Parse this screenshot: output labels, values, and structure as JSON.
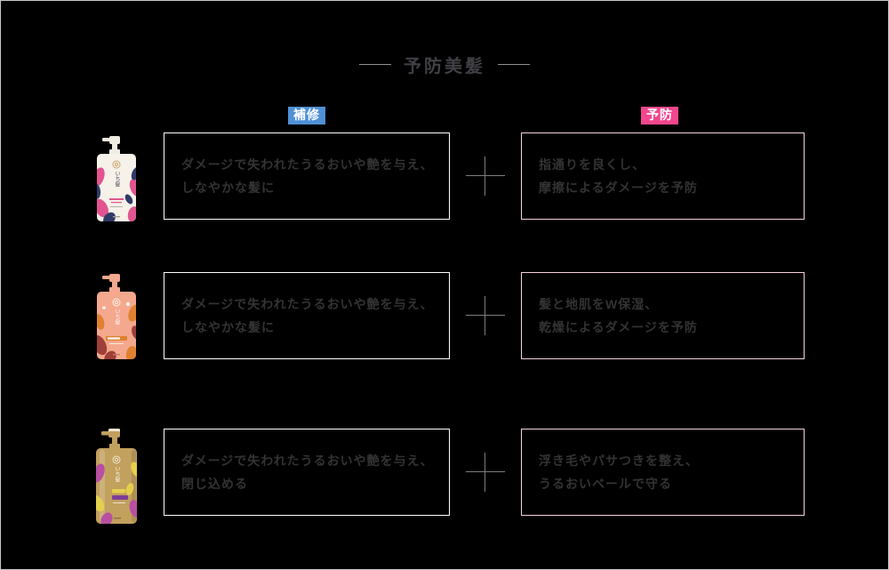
{
  "colors": {
    "page-bg": "#000000",
    "frame-border": "#c9c9c9",
    "title": "#3f3f45",
    "dash": "#909090",
    "badge-repair-bg": "#4f90d6",
    "badge-prevent-bg": "#f2478e",
    "badge-text": "#ffffff",
    "box-border-repair": "#ffffff",
    "box-border-prevent": "#f4d2dc",
    "box-text": "#333333",
    "plus": "#7d7d7d",
    "b1-body": "#f6f1e9",
    "b1-pump": "#f1ece2",
    "b1-pink": "#e1548f",
    "b1-navy": "#303a68",
    "b1-gold": "#c9a469",
    "b2-body": "#f4a88e",
    "b2-orange": "#e0812f",
    "b2-maroon": "#9e3f38",
    "b2-cream": "#faf3e8",
    "b3-body": "#c2a05e",
    "b3-magenta": "#b84fa0",
    "b3-yellow": "#e5d04c",
    "b3-purple": "#7d3f96"
  },
  "title": "予防美髪",
  "badges": {
    "repair": "補修",
    "prevent": "予防"
  },
  "products": [
    {
      "bottle_name": "white-floral-pump-bottle",
      "bottle_brand": "いち髪",
      "repair_lines": [
        "ダメージで失われたうるおいや艶を与え、",
        "しなやかな髪に"
      ],
      "prevent_lines": [
        "指通りを良くし、",
        "摩擦によるダメージを予防"
      ]
    },
    {
      "bottle_name": "coral-floral-pump-bottle",
      "bottle_brand": "いち髪",
      "repair_lines": [
        "ダメージで失われたうるおいや艶を与え、",
        "しなやかな髪に"
      ],
      "prevent_lines": [
        "髪と地肌をW保湿、",
        "乾燥によるダメージを予防"
      ]
    },
    {
      "bottle_name": "gold-floral-pump-bottle",
      "bottle_brand": "いち髪",
      "repair_lines": [
        "ダメージで失われたうるおいや艶を与え、",
        "閉じ込める"
      ],
      "prevent_lines": [
        "浮き毛やパサつきを整え、",
        "うるおいベールで守る"
      ]
    }
  ]
}
